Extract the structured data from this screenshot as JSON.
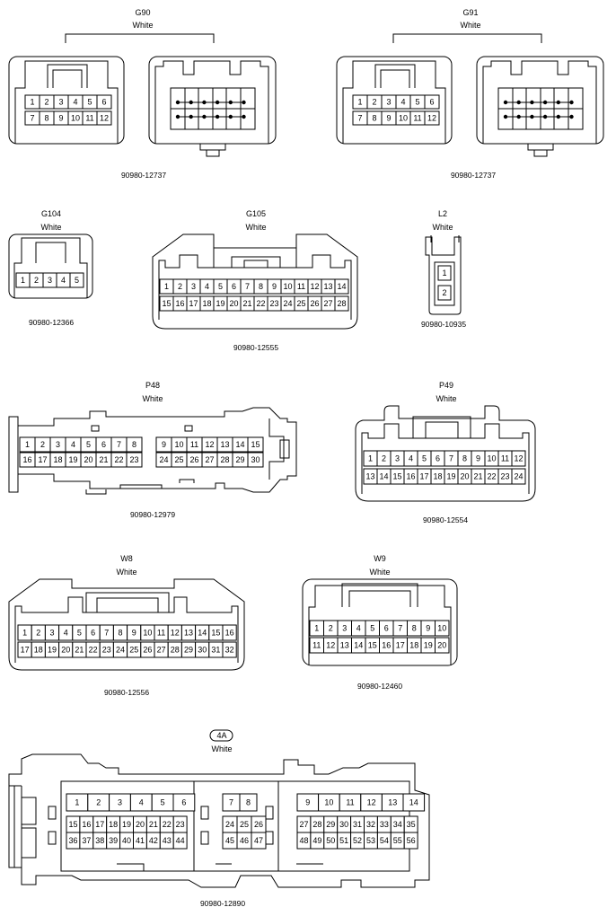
{
  "connectors": [
    {
      "key": "g90",
      "code": "G90",
      "color": "White",
      "part": "90980-12737",
      "rows": [
        [
          "1",
          "2",
          "3",
          "4",
          "5",
          "6"
        ],
        [
          "7",
          "8",
          "9",
          "10",
          "11",
          "12"
        ]
      ]
    },
    {
      "key": "g91",
      "code": "G91",
      "color": "White",
      "part": "90980-12737",
      "rows": [
        [
          "1",
          "2",
          "3",
          "4",
          "5",
          "6"
        ],
        [
          "7",
          "8",
          "9",
          "10",
          "11",
          "12"
        ]
      ]
    },
    {
      "key": "g104",
      "code": "G104",
      "color": "White",
      "part": "90980-12366",
      "rows": [
        [
          "1",
          "2",
          "3",
          "4",
          "5"
        ]
      ]
    },
    {
      "key": "g105",
      "code": "G105",
      "color": "White",
      "part": "90980-12555",
      "rows": [
        [
          "1",
          "2",
          "3",
          "4",
          "5",
          "6",
          "7",
          "8",
          "9",
          "10",
          "11",
          "12",
          "13",
          "14"
        ],
        [
          "15",
          "16",
          "17",
          "18",
          "19",
          "20",
          "21",
          "22",
          "23",
          "24",
          "25",
          "26",
          "27",
          "28"
        ]
      ]
    },
    {
      "key": "l2",
      "code": "L2",
      "color": "White",
      "part": "90980-10935",
      "rows": [
        [
          "1"
        ],
        [
          "2"
        ]
      ]
    },
    {
      "key": "p48",
      "code": "P48",
      "color": "White",
      "part": "90980-12979",
      "rows": [
        [
          "1",
          "2",
          "3",
          "4",
          "5",
          "6",
          "7",
          "8"
        ],
        [
          "16",
          "17",
          "18",
          "19",
          "20",
          "21",
          "22",
          "23"
        ],
        [
          "9",
          "10",
          "11",
          "12",
          "13",
          "14",
          "15"
        ],
        [
          "24",
          "25",
          "26",
          "27",
          "28",
          "29",
          "30"
        ]
      ]
    },
    {
      "key": "p49",
      "code": "P49",
      "color": "White",
      "part": "90980-12554",
      "rows": [
        [
          "1",
          "2",
          "3",
          "4",
          "5",
          "6",
          "7",
          "8",
          "9",
          "10",
          "11",
          "12"
        ],
        [
          "13",
          "14",
          "15",
          "16",
          "17",
          "18",
          "19",
          "20",
          "21",
          "22",
          "23",
          "24"
        ]
      ]
    },
    {
      "key": "w8",
      "code": "W8",
      "color": "White",
      "part": "90980-12556",
      "rows": [
        [
          "1",
          "2",
          "3",
          "4",
          "5",
          "6",
          "7",
          "8",
          "9",
          "10",
          "11",
          "12",
          "13",
          "14",
          "15",
          "16"
        ],
        [
          "17",
          "18",
          "19",
          "20",
          "21",
          "22",
          "23",
          "24",
          "25",
          "26",
          "27",
          "28",
          "29",
          "30",
          "31",
          "32"
        ]
      ]
    },
    {
      "key": "w9",
      "code": "W9",
      "color": "White",
      "part": "90980-12460",
      "rows": [
        [
          "1",
          "2",
          "3",
          "4",
          "5",
          "6",
          "7",
          "8",
          "9",
          "10"
        ],
        [
          "11",
          "12",
          "13",
          "14",
          "15",
          "16",
          "17",
          "18",
          "19",
          "20"
        ]
      ]
    },
    {
      "key": "c4a",
      "code": "4A",
      "color": "White",
      "part": "90980-12890",
      "rows": [
        [
          "1",
          "2",
          "3",
          "4",
          "5",
          "6"
        ],
        [
          "15",
          "16",
          "17",
          "18",
          "19",
          "20",
          "21",
          "22",
          "23"
        ],
        [
          "36",
          "37",
          "38",
          "39",
          "40",
          "41",
          "42",
          "43",
          "44"
        ],
        [
          "7",
          "8"
        ],
        [
          "24",
          "25",
          "26"
        ],
        [
          "45",
          "46",
          "47"
        ],
        [
          "9",
          "10",
          "11",
          "12",
          "13",
          "14"
        ],
        [
          "27",
          "28",
          "29",
          "30",
          "31",
          "32",
          "33",
          "34",
          "35"
        ],
        [
          "48",
          "49",
          "50",
          "51",
          "52",
          "53",
          "54",
          "55",
          "56"
        ]
      ]
    }
  ]
}
